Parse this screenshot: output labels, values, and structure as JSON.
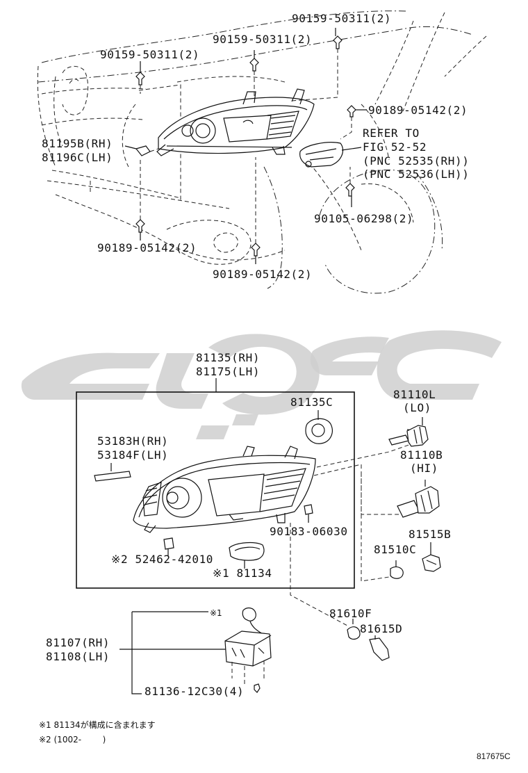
{
  "diagram": {
    "labels": {
      "bolt_top_right": "90159-50311(2)",
      "bolt_top_center": "90159-50311(2)",
      "bolt_top_left": "90159-50311(2)",
      "screw_right_upper": "90189-05142(2)",
      "headlamp_bracket_rh": "81195B(RH)",
      "headlamp_bracket_lh": "81196C(LH)",
      "refer_line1": "REFER TO",
      "refer_line2": "FIG 52-52",
      "refer_line3": "(PNC 52535(RH))",
      "refer_line4": "(PNC 52536(LH))",
      "screw_right_lower": "90105-06298(2)",
      "screw_bottom_left": "90189-05142(2)",
      "screw_bottom_center": "90189-05142(2)",
      "unit_rh": "81135(RH)",
      "unit_lh": "81175(LH)",
      "cap": "81135C",
      "seal_rh": "53183H(RH)",
      "seal_lh": "53184F(LH)",
      "bulb_lo_code": "81110L",
      "bulb_lo_tag": "(LO)",
      "bulb_hi_code": "81110B",
      "bulb_hi_tag": "(HI)",
      "clip": "90183-06030",
      "socket_815": "81515B",
      "cover_810": "81510C",
      "grommet_code": "※2 52462-42010",
      "cover_134": "※1 81134",
      "socket_610": "81610F",
      "bulb_615": "81615D",
      "mark_1": "※1",
      "computer_rh": "81107(RH)",
      "computer_lh": "81108(LH)",
      "screw_computer": "81136-12C30(4)"
    },
    "notes": {
      "note1": "※1 81134が構成に含まれます",
      "note2": "※2 (1002-        )"
    },
    "figure_code": "817675C"
  }
}
